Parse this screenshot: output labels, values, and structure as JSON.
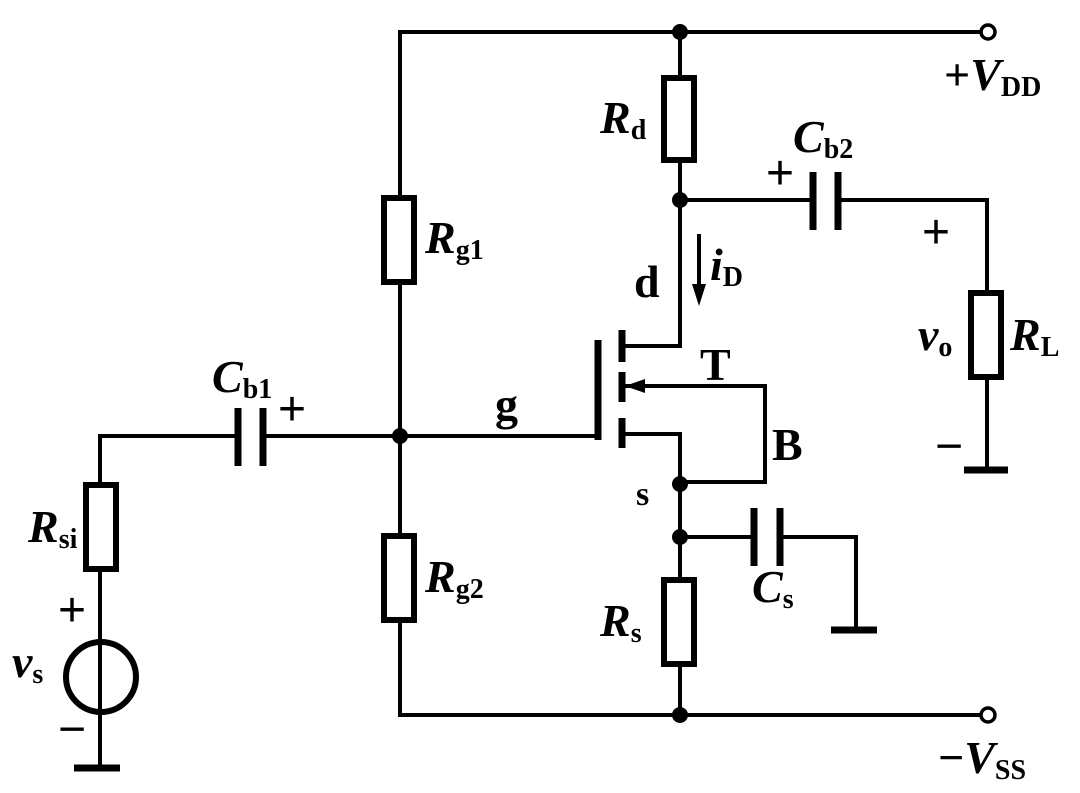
{
  "labels": {
    "vdd_sign": "+",
    "vdd_main": "V",
    "vdd_sub": "DD",
    "vss_sign": "−",
    "vss_main": "V",
    "vss_sub": "SS",
    "rd_main": "R",
    "rd_sub": "d",
    "cb2_main": "C",
    "cb2_sub": "b2",
    "cb2_plus": "+",
    "rg1_main": "R",
    "rg1_sub": "g1",
    "rg2_main": "R",
    "rg2_sub": "g2",
    "drain": "d",
    "id_main": "i",
    "id_sub": "D",
    "transistor": "T",
    "body": "B",
    "gate": "g",
    "source": "s",
    "cb1_main": "C",
    "cb1_sub": "b1",
    "cb1_plus": "+",
    "rsi_main": "R",
    "rsi_sub": "si",
    "vs_main": "v",
    "vs_sub": "s",
    "vs_plus": "+",
    "vs_minus": "−",
    "cs_main": "C",
    "cs_sub": "s",
    "rs_main": "R",
    "rs_sub": "s",
    "vo_main": "v",
    "vo_sub": "o",
    "vo_plus": "+",
    "vo_minus": "−",
    "rl_main": "R",
    "rl_sub": "L"
  }
}
